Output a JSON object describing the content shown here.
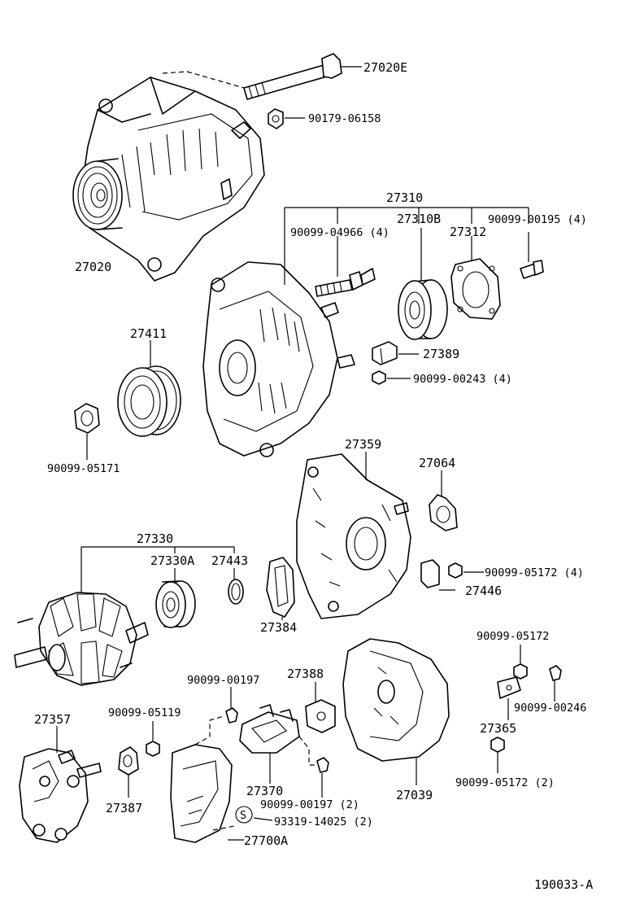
{
  "labels": {
    "l27020E": "27020E",
    "l90179_06158": "90179-06158",
    "l27020": "27020",
    "l27310": "27310",
    "l27310B": "27310B",
    "l90099_04966": "90099-04966 (4)",
    "l90099_00195": "90099-00195 (4)",
    "l27312": "27312",
    "l27389": "27389",
    "l90099_00243": "90099-00243 (4)",
    "l27411": "27411",
    "l90099_05171": "90099-05171",
    "l27359": "27359",
    "l27064": "27064",
    "l27330": "27330",
    "l27330A": "27330A",
    "l27443": "27443",
    "l27384": "27384",
    "l90099_05172_4": "90099-05172 (4)",
    "l27446": "27446",
    "l90099_05172": "90099-05172",
    "l90099_00197": "90099-00197",
    "l27388": "27388",
    "l90099_00246": "90099-00246",
    "l27357": "27357",
    "l90099_05119": "90099-05119",
    "l27365": "27365",
    "l27370": "27370",
    "l27039": "27039",
    "l90099_05172_2": "90099-05172 (2)",
    "l27387": "27387",
    "l90099_00197_2": "90099-00197 (2)",
    "lS": "S",
    "l93319_14025": "93319-14025 (2)",
    "l27700A": "27700A",
    "l190033": "190033-A"
  }
}
